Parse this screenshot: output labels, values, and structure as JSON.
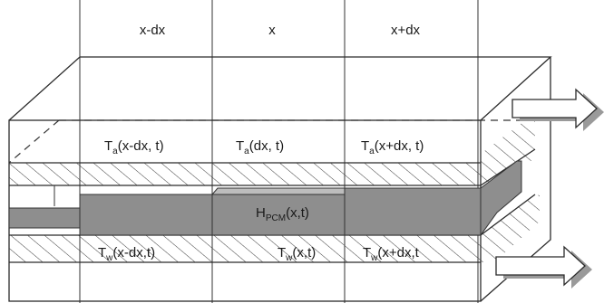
{
  "columns": [
    {
      "id": "col-x-minus-dx",
      "label": "x-dx"
    },
    {
      "id": "col-x",
      "label": "x"
    },
    {
      "id": "col-x-plus-dx",
      "label": "x+dx"
    }
  ],
  "air_labels": [
    {
      "base": "T",
      "sub": "a",
      "args": "(x-dx, t)"
    },
    {
      "base": "T",
      "sub": "a",
      "args": "(dx, t)"
    },
    {
      "base": "T",
      "sub": "a",
      "args": "(x+dx, t)"
    }
  ],
  "water_labels": [
    {
      "base": "T",
      "sub": "w",
      "args": "(x-dx,t)"
    },
    {
      "base": "T",
      "sub": "w",
      "args": "(x,t)"
    },
    {
      "base": "T",
      "sub": "w",
      "args": "(x+dx,t"
    }
  ],
  "pcm_label": {
    "base": "H",
    "sub": "PCM",
    "args": "(x,t)"
  },
  "colors": {
    "pcm_fill": "#8e8e8e",
    "pcm_light": "#bdbdbd",
    "arrow_fill": "#ffffff",
    "arrow_shadow": "#9a9a9a",
    "hatch": "#3a3a3a"
  }
}
